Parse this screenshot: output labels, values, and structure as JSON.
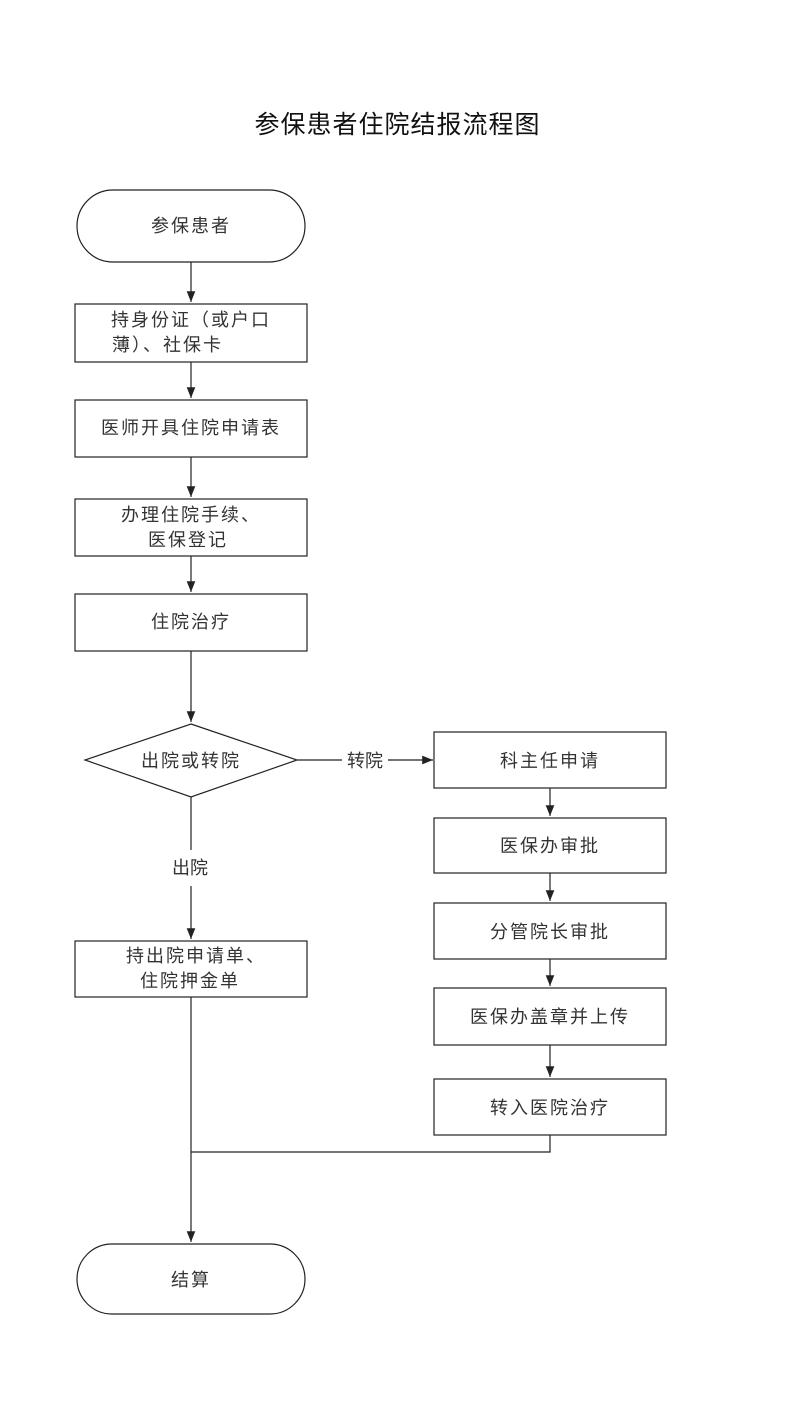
{
  "title": "参保患者住院结报流程图",
  "nodes": {
    "start": {
      "lines": [
        "参保患者"
      ]
    },
    "id_docs": {
      "lines": [
        "持身份证（或户口",
        "薄）、社保卡"
      ]
    },
    "doctor_form": {
      "lines": [
        "医师开具住院申请表"
      ]
    },
    "admission": {
      "lines": [
        "办理住院手续、",
        "医保登记"
      ]
    },
    "treatment": {
      "lines": [
        "住院治疗"
      ]
    },
    "decision": {
      "lines": [
        "出院或转院"
      ]
    },
    "discharge_docs": {
      "lines": [
        "持出院申请单、",
        "住院押金单"
      ]
    },
    "dept_apply": {
      "lines": [
        "科主任申请"
      ]
    },
    "insurance_approve": {
      "lines": [
        "医保办审批"
      ]
    },
    "vp_approve": {
      "lines": [
        "分管院长审批"
      ]
    },
    "stamp_upload": {
      "lines": [
        "医保办盖章并上传"
      ]
    },
    "transfer_treat": {
      "lines": [
        "转入医院治疗"
      ]
    },
    "end": {
      "lines": [
        "结算"
      ]
    }
  },
  "edge_labels": {
    "transfer": "转院",
    "discharge": "出院"
  },
  "colors": {
    "stroke": "#222222",
    "text": "#333333",
    "background": "#ffffff"
  }
}
